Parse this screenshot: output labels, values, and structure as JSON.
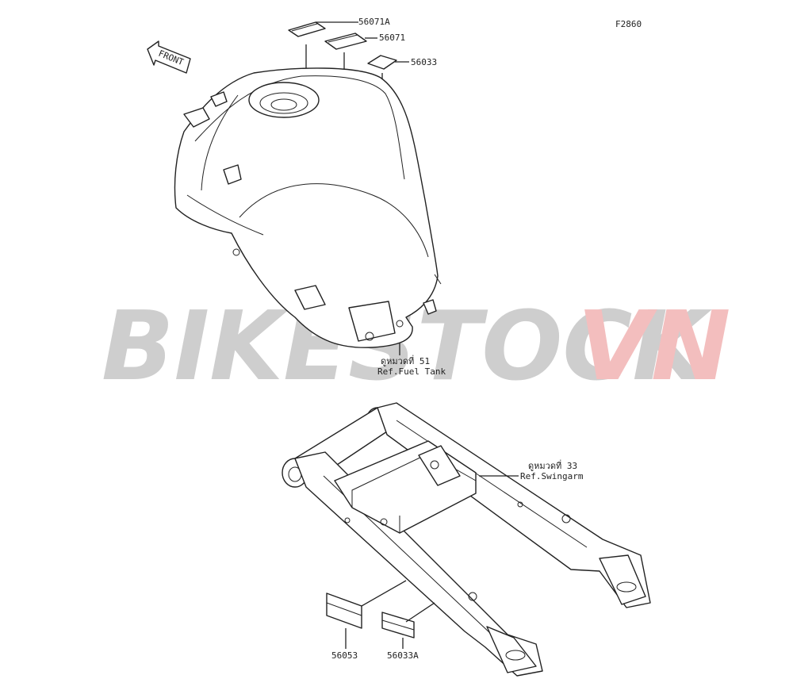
{
  "figure_code": "F2860",
  "front_arrow": "FRONT",
  "watermark": {
    "part1": "BIKESTOCK",
    "part2": "VN",
    "color1": "#c9c9c9",
    "color2": "#f2b8b8"
  },
  "callouts": {
    "p56071A": "56071A",
    "p56071": "56071",
    "p56033": "56033",
    "p56053": "56053",
    "p56033A": "56033A"
  },
  "references": {
    "fuel_tank_thai": "ดูหมวดที่ 51",
    "fuel_tank": "Ref.Fuel Tank",
    "swingarm_thai": "ดูหมวดที่ 33",
    "swingarm": "Ref.Swingarm"
  }
}
